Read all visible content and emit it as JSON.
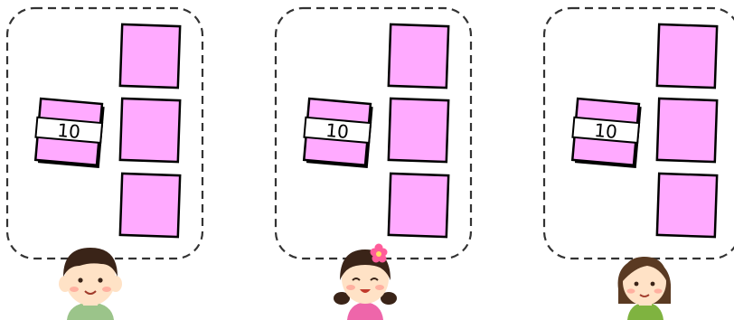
{
  "groups": [
    {
      "bundle_label": "10",
      "loose_papers": 3,
      "person": "boy"
    },
    {
      "bundle_label": "10",
      "loose_papers": 3,
      "person": "girl-with-flower"
    },
    {
      "bundle_label": "10",
      "loose_papers": 3,
      "person": "woman"
    }
  ],
  "colors": {
    "paper_fill": "#ffaaff",
    "paper_stroke": "#000000",
    "band_fill": "#ffffff",
    "frame_stroke": "#333333",
    "skin": "#ffe2c6",
    "hair_dark": "#3a2418",
    "hair_brown": "#5a3a22",
    "shirt_boy": "#9bc48a",
    "shirt_girl": "#ee66aa",
    "shirt_woman": "#7fb340",
    "flower": "#ff5c9a"
  }
}
